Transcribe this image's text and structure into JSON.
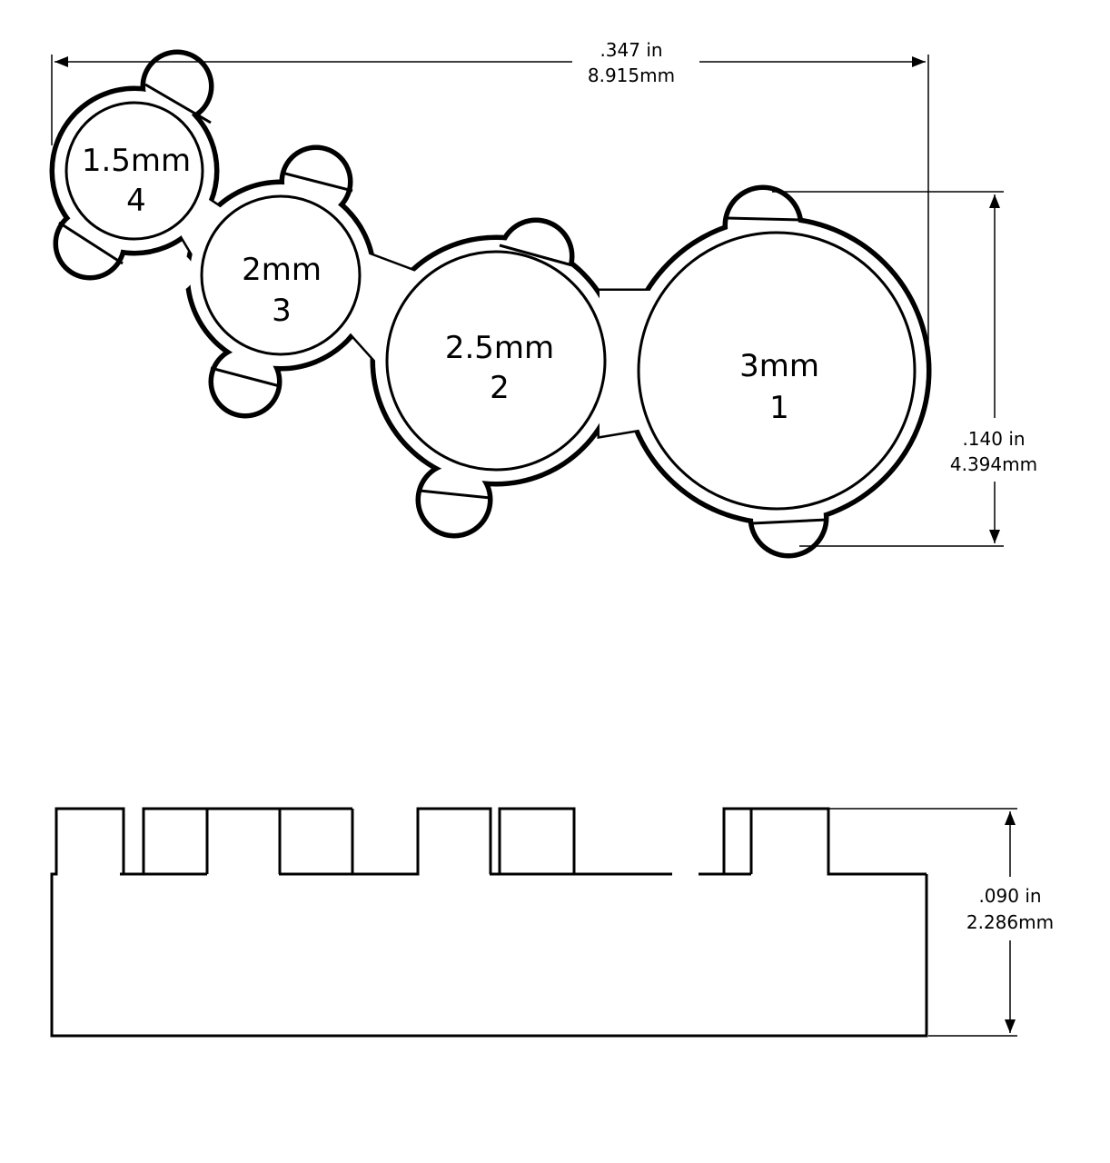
{
  "top_view": {
    "width_dim": {
      "in": ".347 in",
      "mm": "8.915mm"
    },
    "height_dim": {
      "in": ".140 in",
      "mm": "4.394mm"
    },
    "holes": [
      {
        "size": "3mm",
        "number": "1"
      },
      {
        "size": "2.5mm",
        "number": "2"
      },
      {
        "size": "2mm",
        "number": "3"
      },
      {
        "size": "1.5mm",
        "number": "4"
      }
    ]
  },
  "side_view": {
    "height_dim": {
      "in": ".090 in",
      "mm": "2.286mm"
    }
  }
}
